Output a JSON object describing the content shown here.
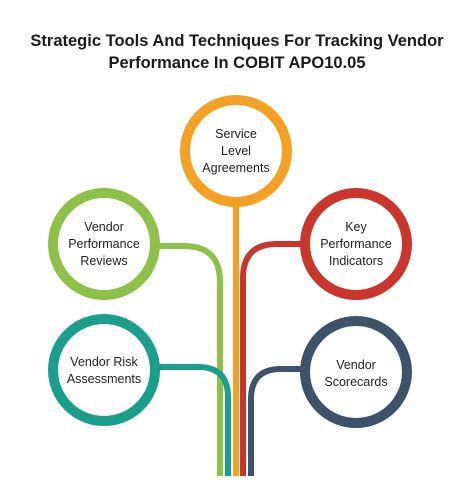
{
  "title": {
    "line1": "Strategic Tools And Techniques For Tracking Vendor",
    "line2": "Performance In COBIT APO10.05"
  },
  "nodes": {
    "sla": {
      "lines": [
        "Service",
        "Level",
        "Agreements"
      ],
      "color": "#f3a125"
    },
    "reviews": {
      "lines": [
        "Vendor",
        "Performance",
        "Reviews"
      ],
      "color": "#8fc04a"
    },
    "kpi": {
      "lines": [
        "Key",
        "Performance",
        "Indicators"
      ],
      "color": "#c8372d"
    },
    "risk": {
      "lines": [
        "Vendor Risk",
        "Assessments"
      ],
      "color": "#1b9e8a"
    },
    "scorecards": {
      "lines": [
        "Vendor",
        "Scorecards"
      ],
      "color": "#3e5369"
    }
  }
}
